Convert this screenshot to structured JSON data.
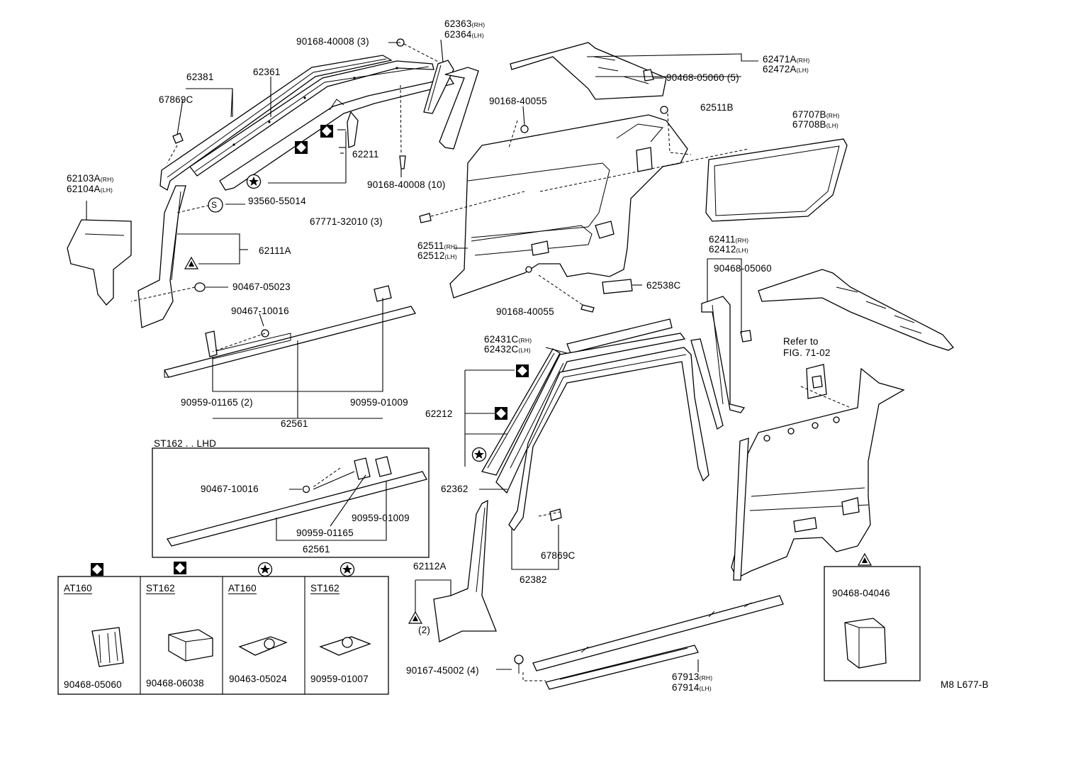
{
  "labels": {
    "p90168_40008_3": "90168-40008 (3)",
    "p62363": "62363",
    "p62364": "62364",
    "rh": "(RH)",
    "lh": "(LH)",
    "p62381": "62381",
    "p62361": "62361",
    "p67869c_a": "67869C",
    "p62211": "62211",
    "p90168_40008_10": "90168-40008 (10)",
    "p62103a": "62103A",
    "p62104a": "62104A",
    "p93560_55014": "93560-55014",
    "p62111a": "62111A",
    "p90467_05023": "90467-05023",
    "p90467_10016_a": "90467-10016",
    "p90959_01165_2": "90959-01165 (2)",
    "p90959_01009_a": "90959-01009",
    "p62561_a": "62561",
    "p62471a": "62471A",
    "p62472a": "62472A",
    "p90468_05060_5": "90468-05060 (5)",
    "p90168_40055_a": "90168-40055",
    "p62511b": "62511B",
    "p67707b": "67707B",
    "p67708b": "67708B",
    "p67771_32010": "67771-32010 (3)",
    "p62511": "62511",
    "p62512": "62512",
    "p62411": "62411",
    "p62412": "62412",
    "p90468_05060_b": "90468-05060",
    "p62538c": "62538C",
    "p90168_40055_b": "90168-40055",
    "p62431c": "62431C",
    "p62432c": "62432C",
    "p62212": "62212",
    "p62362": "62362",
    "refer_to": "Refer to",
    "fig_ref": "FIG. 71-02",
    "st162_lhd": "ST162 . . LHD",
    "p90467_10016_b": "90467-10016",
    "p90959_01009_b": "90959-01009",
    "p90959_01165_b": "90959-01165",
    "p62561_b": "62561",
    "p62112a": "62112A",
    "qty_2": "(2)",
    "p67869c_b": "67869C",
    "p62382": "62382",
    "p90167_45002": "90167-45002 (4)",
    "p67913": "67913",
    "p67914": "67914",
    "p90468_04046": "90468-04046",
    "footer_code": "M8 L677-B"
  },
  "variant_table": [
    {
      "model": "AT160",
      "part": "90468-05060",
      "symbol": "diamond"
    },
    {
      "model": "ST162",
      "part": "90468-06038",
      "symbol": "diamond"
    },
    {
      "model": "AT160",
      "part": "90463-05024",
      "symbol": "star"
    },
    {
      "model": "ST162",
      "part": "90959-01007",
      "symbol": "star"
    }
  ],
  "symbols": {
    "s_mark": "S"
  }
}
